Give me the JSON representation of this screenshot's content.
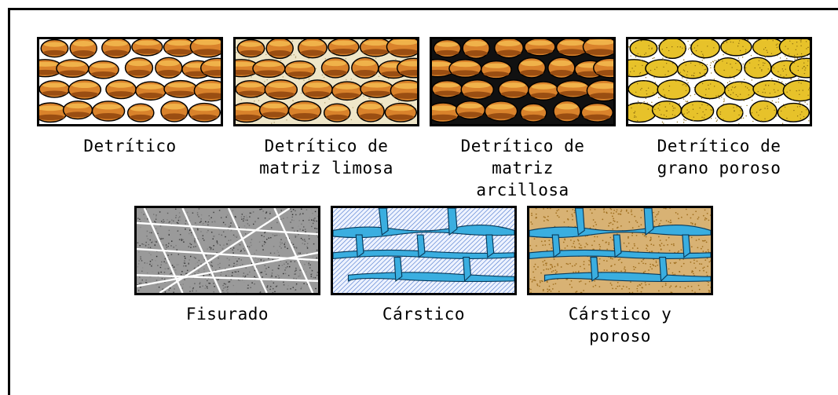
{
  "colors": {
    "pebble_orange": "#d9822b",
    "pebble_highlight": "#f0b24a",
    "pebble_shadow": "#9a4e12",
    "pebble_yellow": "#e7c22a",
    "silt_matrix": "#efe6c8",
    "clay_matrix": "#111111",
    "karst_water": "#3aaee0",
    "limestone_hatch": "#6a8fd6",
    "sand_tan": "#d8b274"
  },
  "row1": [
    {
      "label": "Detrítico",
      "variant": "plain"
    },
    {
      "label": "Detrítico de\nmatriz limosa",
      "variant": "silt"
    },
    {
      "label": "Detrítico de\nmatriz\narcillosa",
      "variant": "clay"
    },
    {
      "label": "Detrítico de\ngrano poroso",
      "variant": "porous"
    }
  ],
  "row2": [
    {
      "label": "Fisurado",
      "variant": "fissured"
    },
    {
      "label": "Cárstico",
      "variant": "karst"
    },
    {
      "label": "Cárstico y\nporoso",
      "variant": "karst-porous"
    }
  ]
}
